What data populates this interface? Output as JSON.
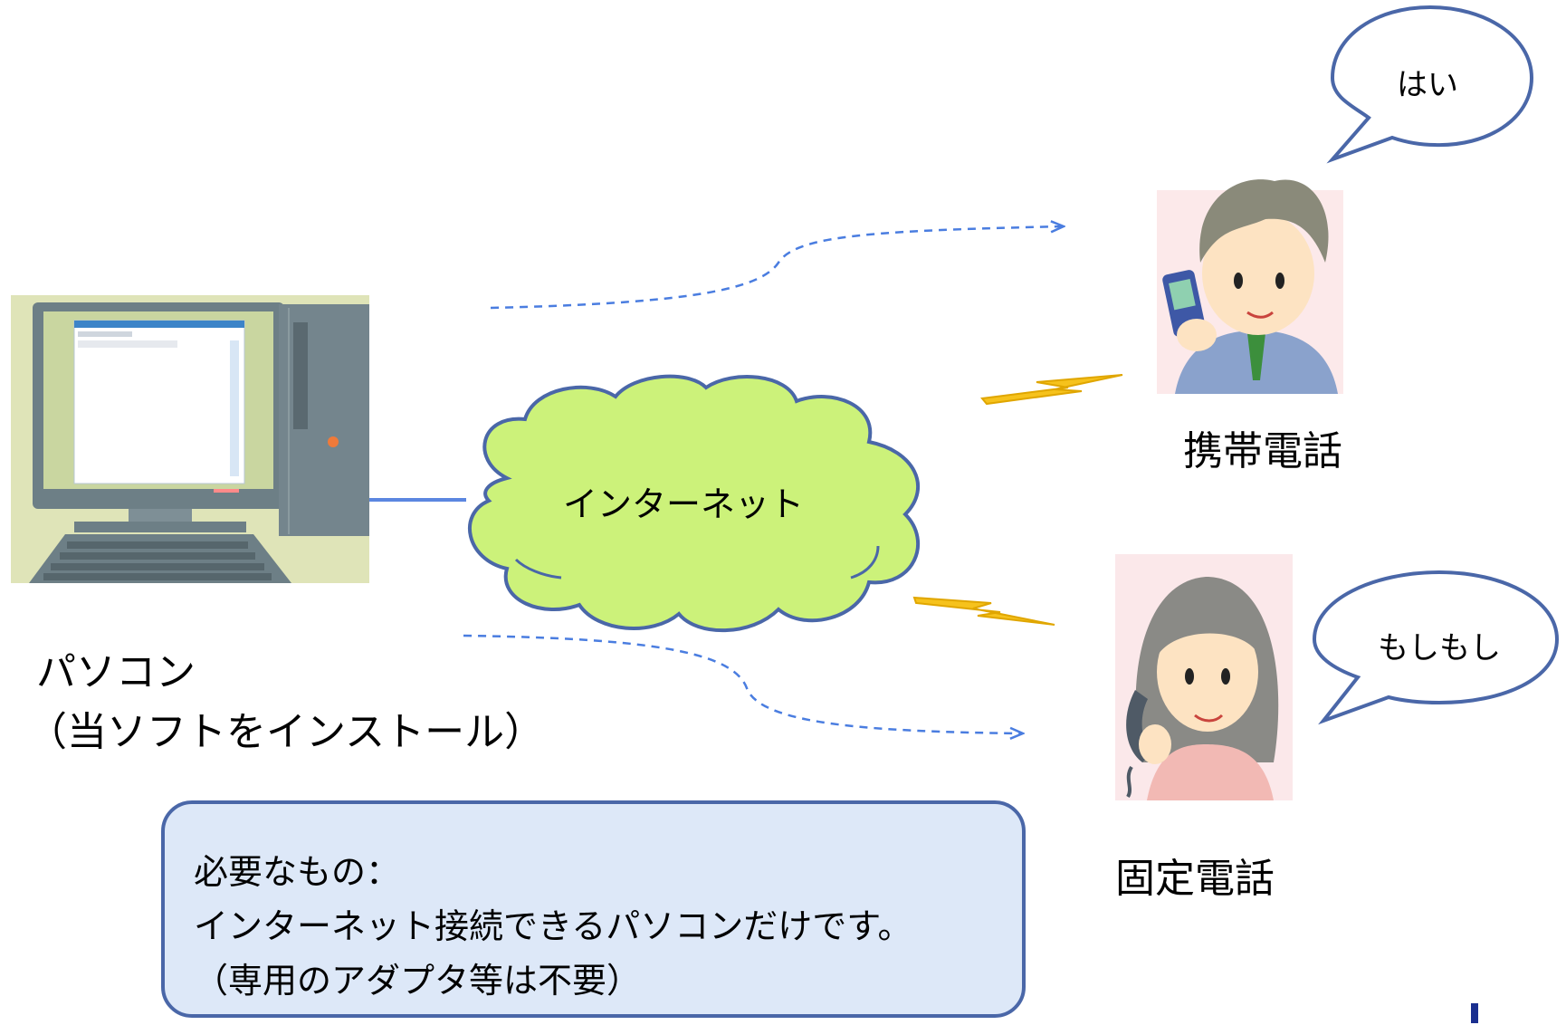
{
  "pc": {
    "label_line1": "パソコン",
    "label_line2": "（当ソフトをインストール）"
  },
  "cloud": {
    "label": "インターネット"
  },
  "mobile": {
    "label": "携帯電話",
    "speech": "はい"
  },
  "landline": {
    "label": "固定電話",
    "speech": "もしもし"
  },
  "note": {
    "line1": "必要なもの：",
    "line2": "インターネット接続できるパソコンだけです。",
    "line3": "（専用のアダプタ等は不要）"
  },
  "colors": {
    "cloud_fill": "#ccf27a",
    "bubble_stroke": "#4a67a8",
    "arrow": "#4a7de0",
    "lightning": "#f6c21c",
    "note_fill": "#dde8f8"
  }
}
